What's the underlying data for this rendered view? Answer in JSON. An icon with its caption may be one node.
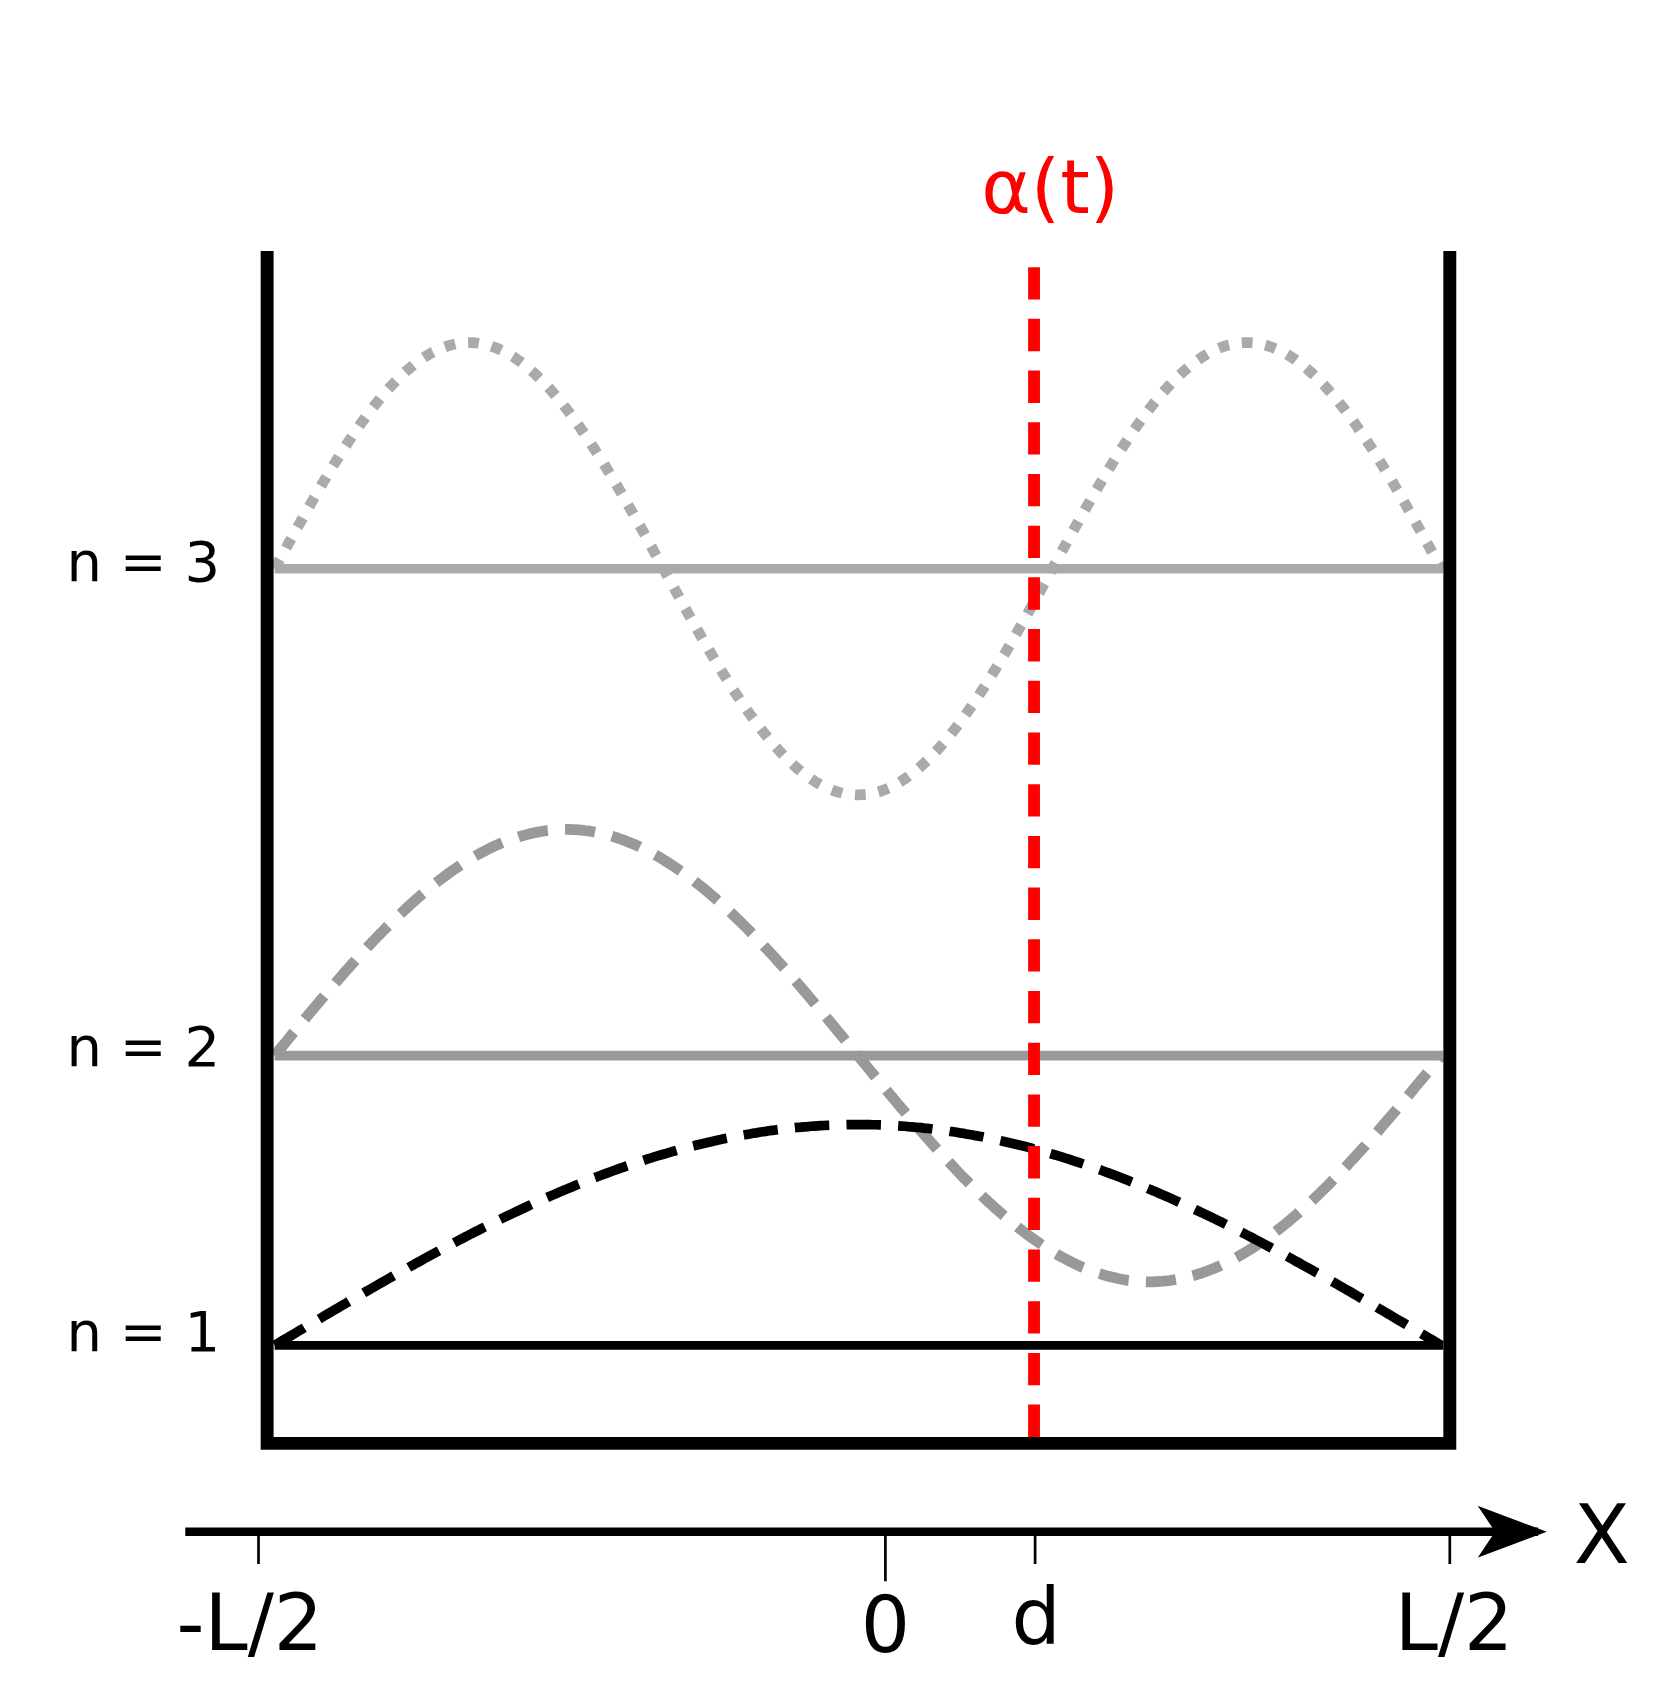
{
  "diagram": {
    "labels": [
      "α(t)",
      "n = 3",
      "n = 2",
      "n = 1",
      "X",
      "-L/2",
      "0",
      "d",
      "L/2"
    ]
  }
}
